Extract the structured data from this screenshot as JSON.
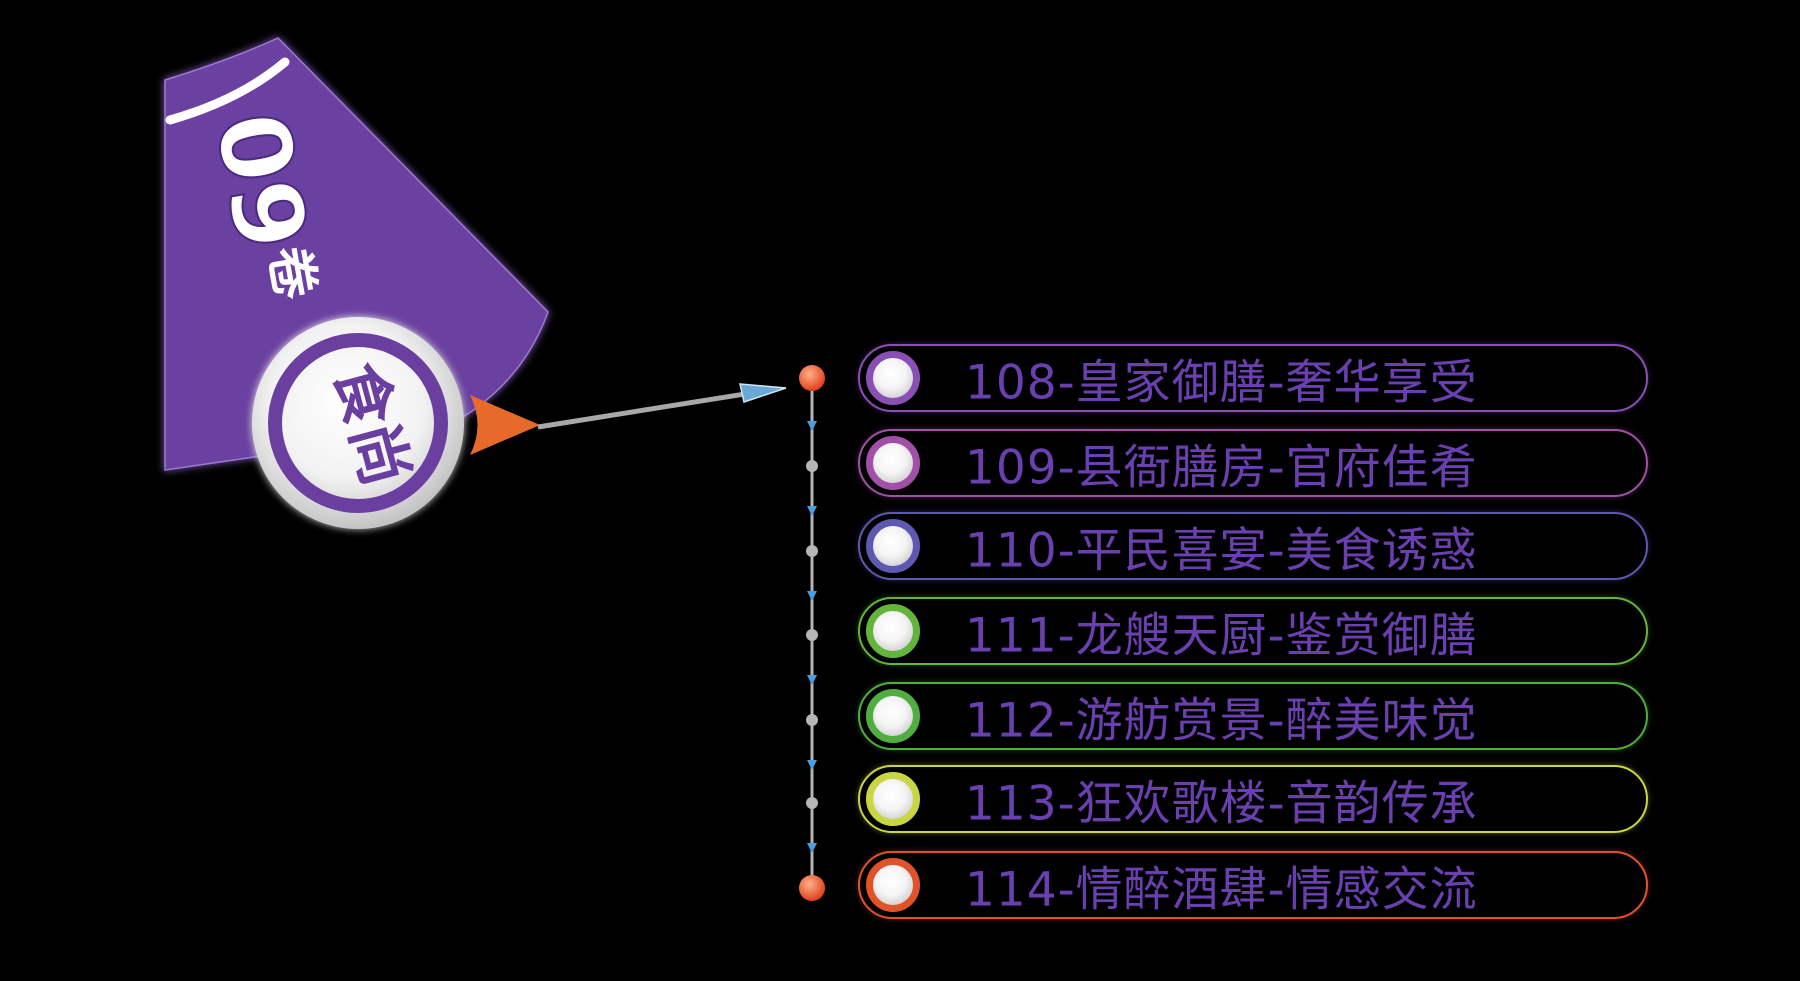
{
  "badge": {
    "number": "09",
    "volume_char": "卷",
    "title": "食尚",
    "fan_color": "#6a3fa0"
  },
  "items": [
    {
      "label": "108-皇家御膳-奢华享受",
      "color": "#8a4fb5"
    },
    {
      "label": "109-县衙膳房-官府佳肴",
      "color": "#a24fa8"
    },
    {
      "label": "110-平民喜宴-美食诱惑",
      "color": "#5d58b0"
    },
    {
      "label": "111-龙艘天厨-鉴赏御膳",
      "color": "#62b53a"
    },
    {
      "label": "112-游舫赏景-醉美味觉",
      "color": "#4fae3d"
    },
    {
      "label": "113-狂欢歌楼-音韵传承",
      "color": "#c9d642"
    },
    {
      "label": "114-情醉酒肆-情感交流",
      "color": "#e0532a"
    }
  ],
  "accent": "#e86a2a",
  "label_color": "#6a3fb0"
}
